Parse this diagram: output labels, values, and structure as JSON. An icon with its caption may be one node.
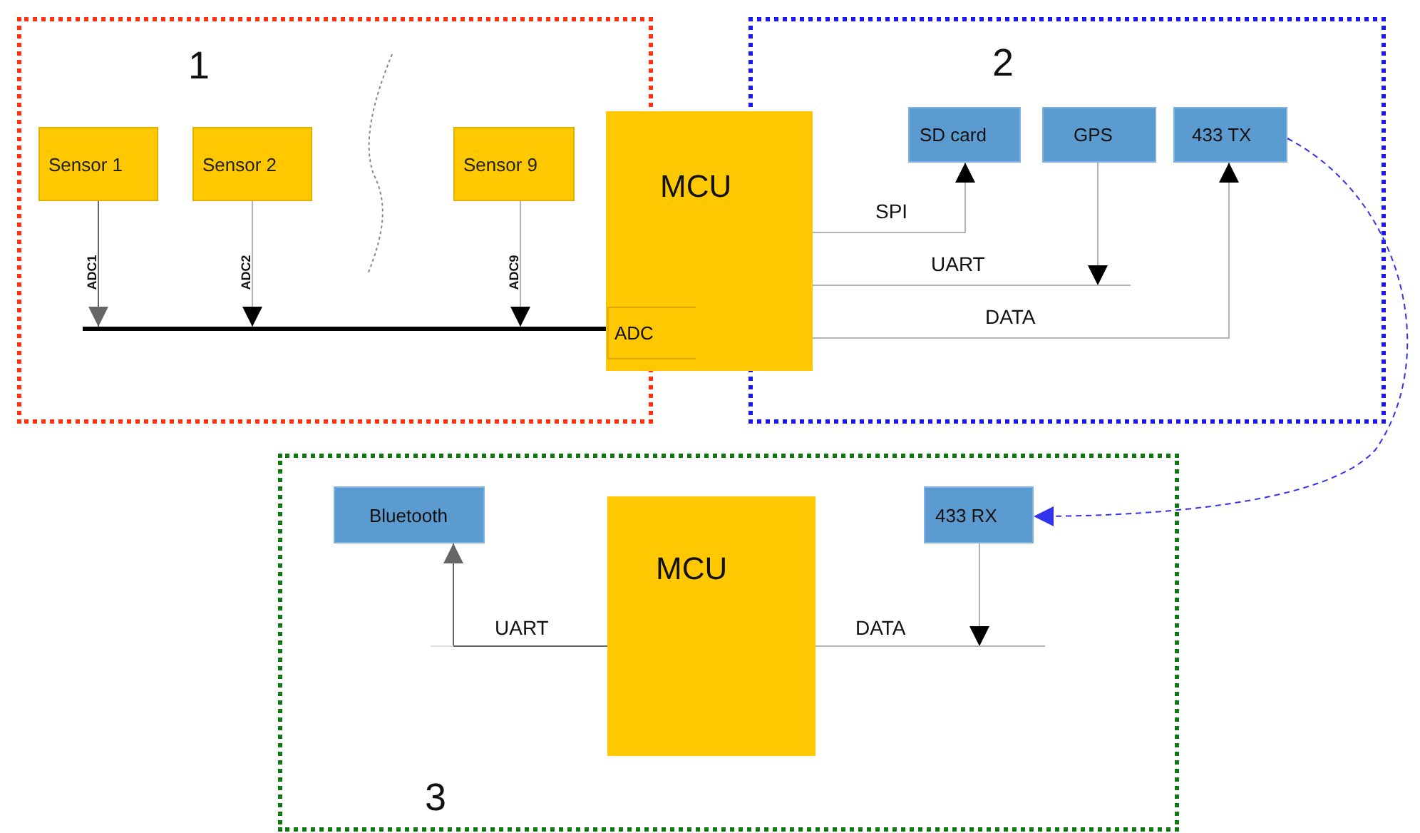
{
  "diagram": {
    "nodes": [
      {
        "text": [
          "1"
        ]
      },
      {
        "text": [
          "Sensor 1"
        ],
        "in": 0
      },
      {
        "text": [
          "Sensor 2"
        ],
        "in": 0
      },
      {
        "text": [
          "Sensor 9"
        ],
        "in": 0
      },
      {
        "text": [
          "MCU"
        ]
      },
      {
        "text": [
          "ADC"
        ],
        "in": 4
      },
      {
        "text": [],
        "shape": "bar",
        "in": 0
      },
      {
        "text": [
          "2"
        ]
      },
      {
        "text": [
          "SD card"
        ],
        "in": 7
      },
      {
        "text": [
          "GPS"
        ],
        "in": 7
      },
      {
        "text": [
          "433 TX"
        ],
        "in": 7
      },
      {
        "text": [
          "3"
        ]
      },
      {
        "text": [
          "Bluetooth"
        ],
        "in": 11
      },
      {
        "text": [
          "MCU"
        ],
        "in": 11
      },
      {
        "text": [
          "433 RX"
        ],
        "in": 11
      }
    ],
    "edges": [
      {
        "from": 1,
        "to": 6,
        "arrow": "to",
        "label": "ADC1",
        "color": "#666666"
      },
      {
        "from": 2,
        "to": 6,
        "arrow": "to",
        "label": "ADC2"
      },
      {
        "from": 3,
        "to": 6,
        "arrow": "to",
        "label": "ADC9"
      },
      {
        "from": 4,
        "to": 8,
        "arrow": "to",
        "label": "SPI"
      },
      {
        "from": 9,
        "to": null,
        "arrow": "to"
      },
      {
        "from": 4,
        "to": null,
        "arrow": "none",
        "label": "UART"
      },
      {
        "from": 4,
        "to": 10,
        "arrow": "to",
        "label": "DATA"
      },
      {
        "from": 10,
        "to": 14,
        "arrow": "to",
        "style": "dashed",
        "color": "#3333ee"
      },
      {
        "from": 13,
        "to": 12,
        "arrow": "to",
        "label": "UART",
        "color": "#666666"
      },
      {
        "from": 14,
        "to": null,
        "arrow": "to"
      },
      {
        "from": 13,
        "to": null,
        "arrow": "none",
        "label": "DATA"
      }
    ]
  }
}
